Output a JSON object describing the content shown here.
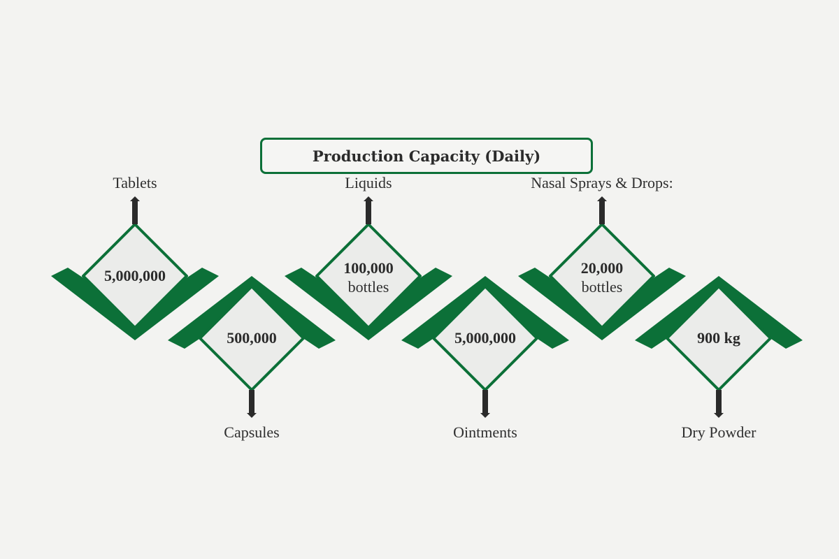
{
  "title": "Production Capacity (Daily)",
  "colors": {
    "background": "#f3f3f1",
    "green": "#0c7038",
    "diamond_fill": "#ebecea",
    "connector": "#2a2a2a",
    "text": "#2b2b2b"
  },
  "items": [
    {
      "label": "Tablets",
      "value": "5,000,000",
      "unit": "",
      "position": "top"
    },
    {
      "label": "Capsules",
      "value": "500,000",
      "unit": "",
      "position": "bottom"
    },
    {
      "label": "Liquids",
      "value": "100,000",
      "unit": "bottles",
      "position": "top"
    },
    {
      "label": "Ointments",
      "value": "5,000,000",
      "unit": "",
      "position": "bottom"
    },
    {
      "label": "Nasal Sprays & Drops:",
      "value": "20,000",
      "unit": "bottles",
      "position": "top"
    },
    {
      "label": "Dry Powder",
      "value": "900 kg",
      "unit": "",
      "position": "bottom"
    }
  ]
}
